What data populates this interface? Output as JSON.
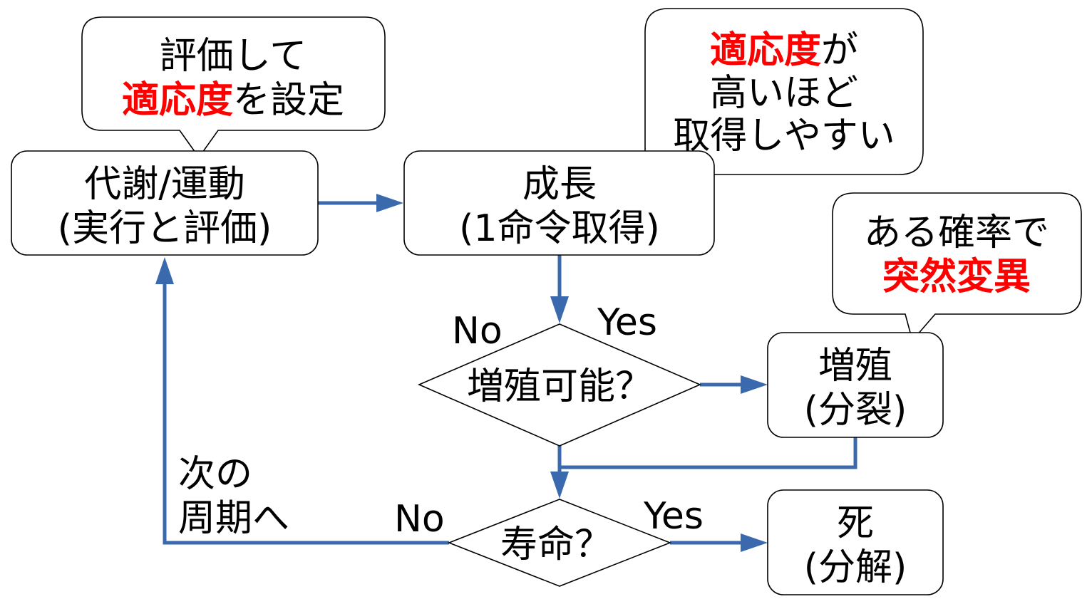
{
  "colors": {
    "arrow": "#3a6aad",
    "highlight": "#ff0000",
    "text": "#000000"
  },
  "nodes": {
    "metabolism": {
      "line1": "代謝/運動",
      "line2": "(実行と評価)"
    },
    "growth": {
      "line1": "成長",
      "line2": "(1命令取得)"
    },
    "can_reproduce": {
      "label": "増殖可能？"
    },
    "reproduction": {
      "line1": "増殖",
      "line2": "(分裂)"
    },
    "lifespan": {
      "label": "寿命？"
    },
    "death": {
      "line1": "死",
      "line2": "(分解)"
    }
  },
  "callouts": {
    "evaluate": {
      "line1": "評価して",
      "line2_red": "適応度",
      "line2_rest": "を設定"
    },
    "fitness": {
      "line1_red": "適応度",
      "line1_rest": "が",
      "line2": "高いほど",
      "line3": "取得しやすい"
    },
    "mutation": {
      "line1": "ある確率で",
      "line2_red": "突然変異"
    }
  },
  "edge_labels": {
    "reproduce_no": "No",
    "reproduce_yes": "Yes",
    "lifespan_no": "No",
    "lifespan_yes": "Yes",
    "next_cycle_1": "次の",
    "next_cycle_2": "周期へ"
  }
}
